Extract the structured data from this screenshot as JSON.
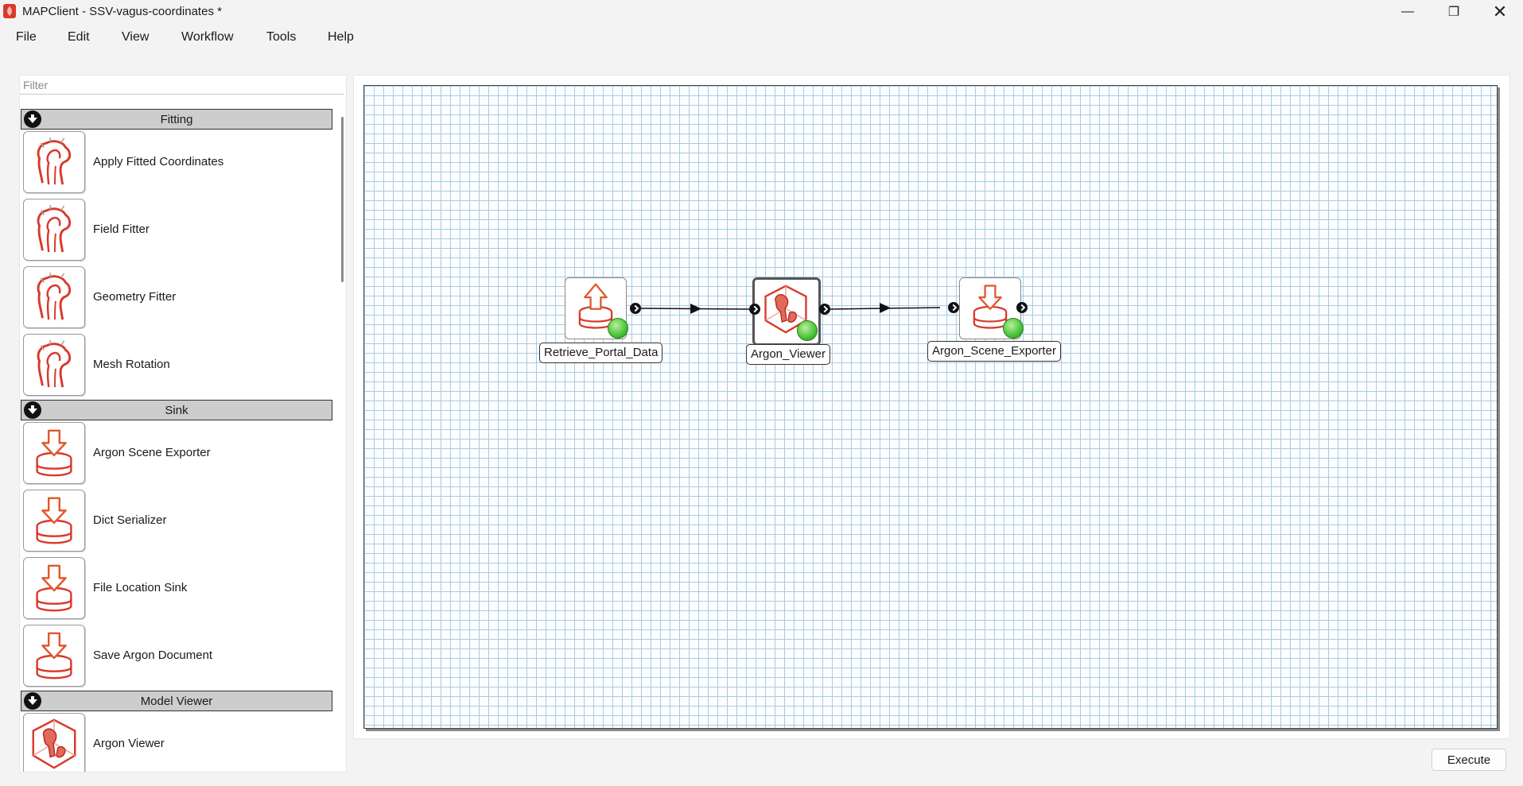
{
  "window": {
    "title": "MAPClient - SSV-vagus-coordinates *",
    "controls": {
      "minimize": "—",
      "maximize": "❐",
      "close": "✕"
    }
  },
  "menu": [
    "File",
    "Edit",
    "View",
    "Workflow",
    "Tools",
    "Help"
  ],
  "filter": {
    "placeholder": "Filter",
    "value": ""
  },
  "categories": [
    {
      "label": "Fitting",
      "items": [
        "Apply Fitted Coordinates",
        "Field Fitter",
        "Geometry Fitter",
        "Mesh Rotation"
      ],
      "icon": "bone-fitting-icon"
    },
    {
      "label": "Sink",
      "items": [
        "Argon Scene Exporter",
        "Dict Serializer",
        "File Location Sink",
        "Save Argon Document"
      ],
      "icon": "database-down-icon"
    },
    {
      "label": "Model Viewer",
      "items": [
        "Argon Viewer"
      ],
      "icon": "argon-viewer-icon"
    }
  ],
  "workflow": {
    "nodes": [
      {
        "label": "Retrieve_Portal_Data",
        "icon": "database-up-icon",
        "selected": false
      },
      {
        "label": "Argon_Viewer",
        "icon": "argon-viewer-icon",
        "selected": true
      },
      {
        "label": "Argon_Scene_Exporter",
        "icon": "database-down-icon",
        "selected": false
      }
    ],
    "connections": [
      {
        "from": "Retrieve_Portal_Data",
        "to": "Argon_Viewer"
      },
      {
        "from": "Argon_Viewer",
        "to": "Argon_Scene_Exporter"
      }
    ]
  },
  "execute_label": "Execute",
  "colors": {
    "icon_red": "#d9392b",
    "grid_line": "#a9cbe1",
    "category_bg": "#cdcdcd",
    "badge_green": "#3fbf2f"
  }
}
